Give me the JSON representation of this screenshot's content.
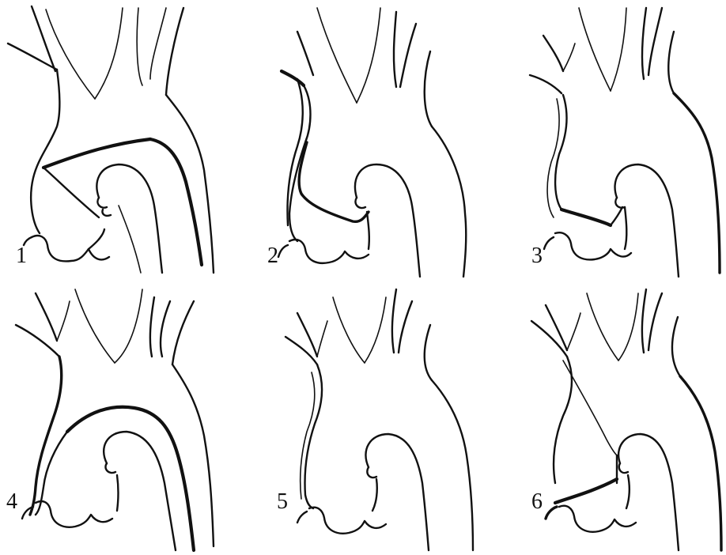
{
  "panels": [
    {
      "label": "1"
    },
    {
      "label": "2"
    },
    {
      "label": "3"
    },
    {
      "label": "4"
    },
    {
      "label": "5"
    },
    {
      "label": "6"
    }
  ],
  "colors": {
    "line": "#111111",
    "background": "#ffffff"
  }
}
